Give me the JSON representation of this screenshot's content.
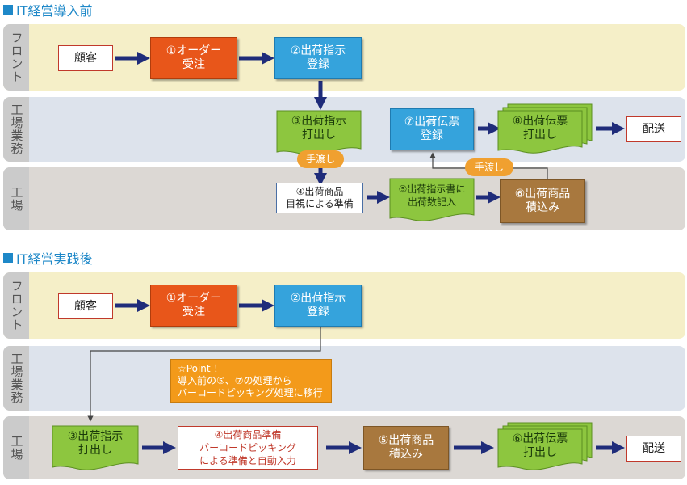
{
  "before": {
    "title": "IT経営導入前",
    "lanes": {
      "front": "フロント",
      "work": "工場業務",
      "factory": "工場"
    },
    "customer": "顧客",
    "order": [
      "①オーダー",
      "受注"
    ],
    "ship_register": [
      "②出荷指示",
      "登録"
    ],
    "ship_print": [
      "③出荷指示",
      "打出し"
    ],
    "handover": "手渡し",
    "prep": [
      "④出荷商品",
      "目視による準備"
    ],
    "record": [
      "⑤出荷指示書に",
      "出荷数記入"
    ],
    "load": [
      "⑥出荷商品",
      "積込み"
    ],
    "slip_register": [
      "⑦出荷伝票",
      "登録"
    ],
    "slip_print": [
      "⑧出荷伝票",
      "打出し"
    ],
    "delivery": "配送"
  },
  "after": {
    "title": "IT経営実践後",
    "lanes": {
      "front": "フロント",
      "work": "工場業務",
      "factory": "工場"
    },
    "customer": "顧客",
    "order": [
      "①オーダー",
      "受注"
    ],
    "ship_register": [
      "②出荷指示",
      "登録"
    ],
    "point": [
      "☆Point ！",
      "導入前の⑤、⑦の処理から",
      "バーコードピッキング処理に移行"
    ],
    "ship_print": [
      "③出荷指示",
      "打出し"
    ],
    "prep": [
      "④出荷商品準備",
      "バーコードピッキング",
      "による準備と自動入力"
    ],
    "load": [
      "⑤出荷商品",
      "積込み"
    ],
    "slip_print": [
      "⑥出荷伝票",
      "打出し"
    ],
    "delivery": "配送"
  },
  "colors": {
    "accent": "#1e88c8",
    "arrow": "#1f2c7a",
    "order": "#e8561a",
    "register": "#35a3dc",
    "document": "#8dc63f",
    "load": "#a8783e",
    "handover": "#f0a030"
  }
}
